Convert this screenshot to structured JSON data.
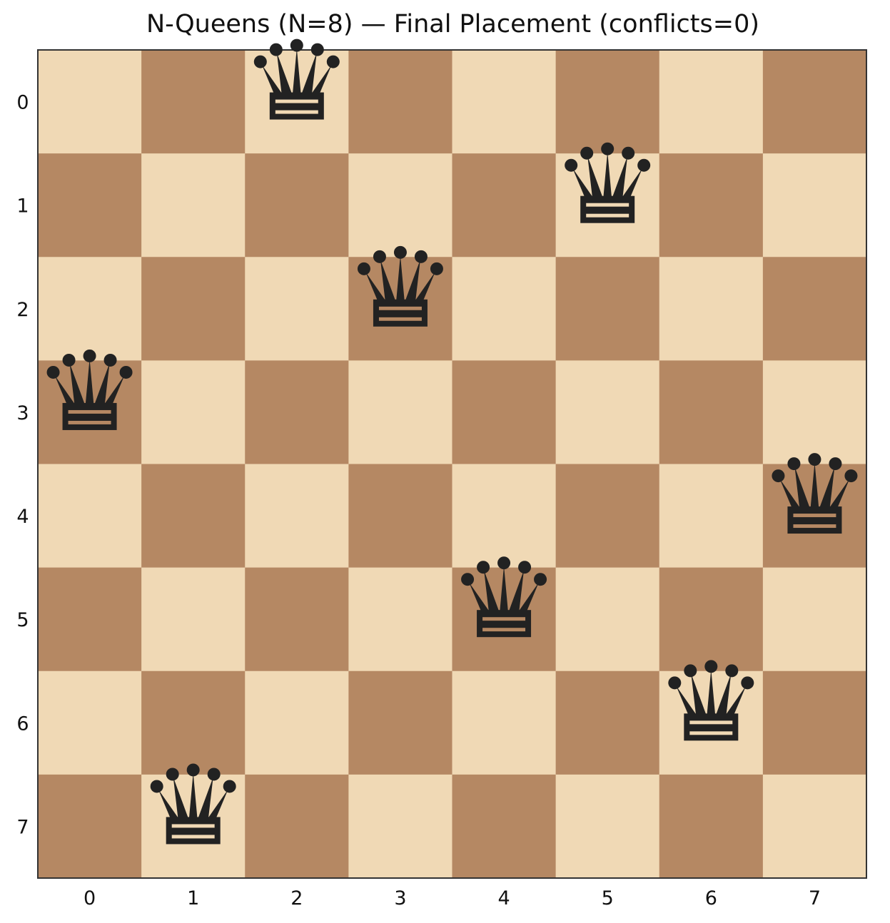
{
  "title": "N-Queens (N=8) — Final Placement (conflicts=0)",
  "board": {
    "n": 8,
    "light_color": "#f0d9b5",
    "dark_color": "#b58863",
    "piece_color": "#222222",
    "piece_icon": "black-queen-icon",
    "col_labels": [
      "0",
      "1",
      "2",
      "3",
      "4",
      "5",
      "6",
      "7"
    ],
    "row_labels": [
      "0",
      "1",
      "2",
      "3",
      "4",
      "5",
      "6",
      "7"
    ],
    "queens": [
      {
        "row": 0,
        "col": 2
      },
      {
        "row": 1,
        "col": 5
      },
      {
        "row": 2,
        "col": 3
      },
      {
        "row": 3,
        "col": 0
      },
      {
        "row": 4,
        "col": 7
      },
      {
        "row": 5,
        "col": 4
      },
      {
        "row": 6,
        "col": 6
      },
      {
        "row": 7,
        "col": 1
      }
    ]
  }
}
